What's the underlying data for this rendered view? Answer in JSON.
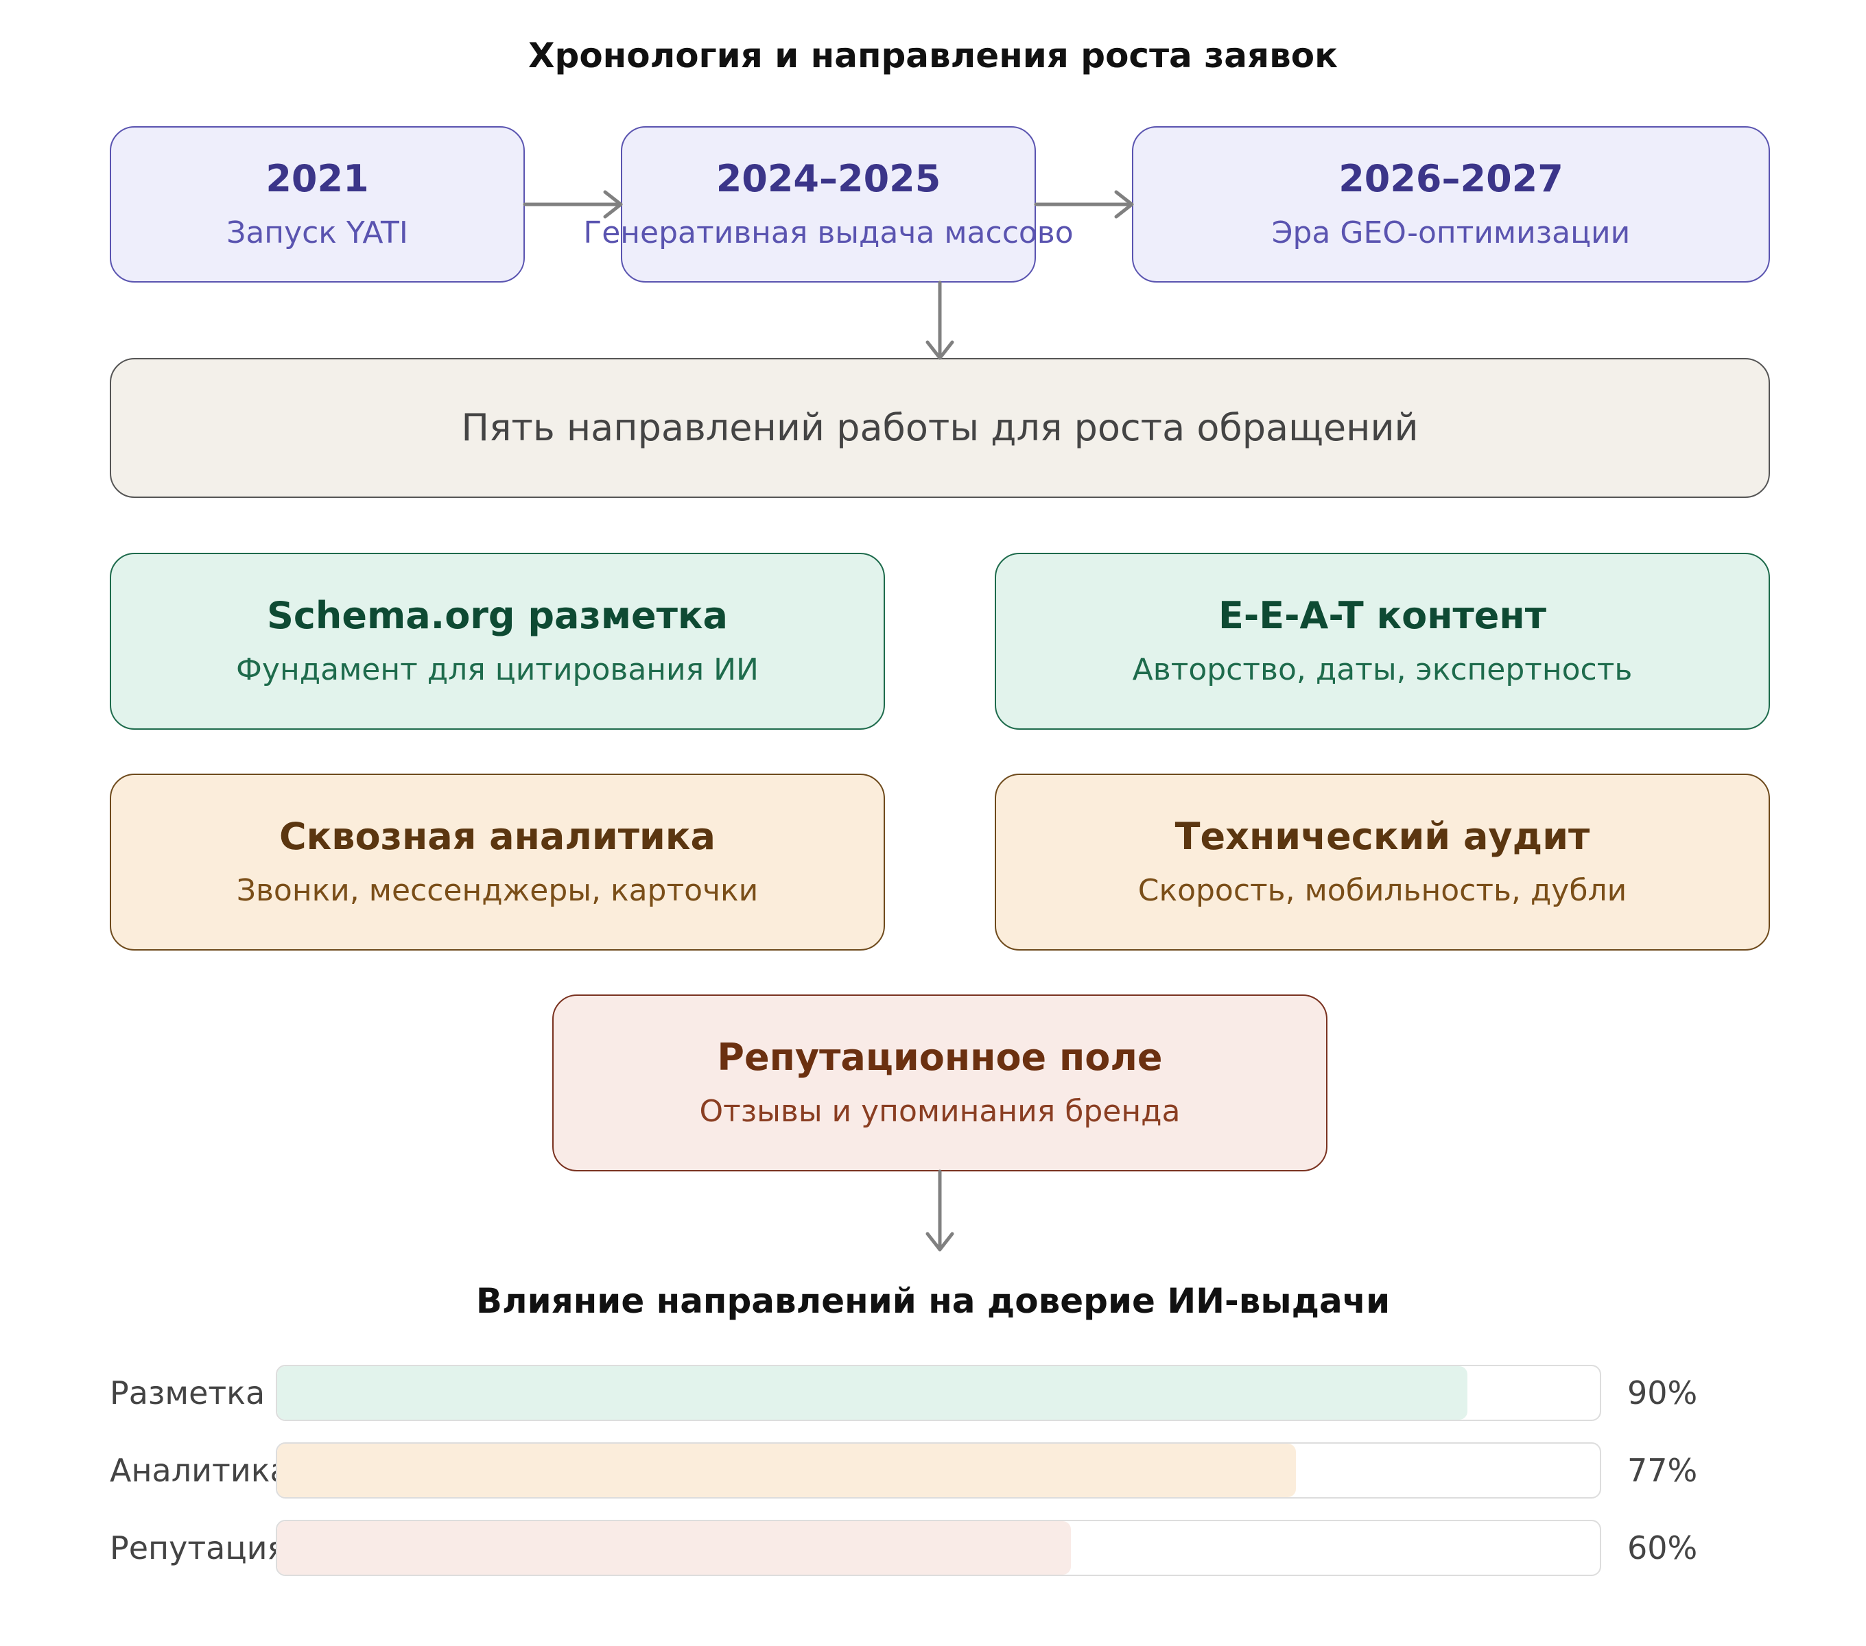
{
  "title": "Хронология и направления роста заявок",
  "timeline": [
    {
      "year": "2021",
      "label": "Запуск YATI"
    },
    {
      "year": "2024–2025",
      "label": "Генеративная выдача массово"
    },
    {
      "year": "2026–2027",
      "label": "Эра GEO-оптимизации"
    }
  ],
  "summary": "Пять направлений работы для роста обращений",
  "directions": [
    {
      "title": "Schema.org разметка",
      "subtitle": "Фундамент для цитирования ИИ"
    },
    {
      "title": "E-E-A-T контент",
      "subtitle": "Авторство, даты, экспертность"
    },
    {
      "title": "Сквозная аналитика",
      "subtitle": "Звонки, мессенджеры, карточки"
    },
    {
      "title": "Технический аудит",
      "subtitle": "Скорость, мобильность, дубли"
    },
    {
      "title": "Репутационное поле",
      "subtitle": "Отзывы и упоминания бренда"
    }
  ],
  "colors": {
    "purple": "#eeeefb",
    "green": "#e2f3ec",
    "orange": "#fbeddb",
    "red": "#f9ebe7",
    "beige": "#f3f0ea",
    "arrow": "#808080"
  },
  "impact": {
    "title": "Влияние направлений на доверие ИИ-выдачи",
    "bars": [
      {
        "label": "Разметка",
        "value": 90,
        "display": "90%",
        "color": "#e2f3ec"
      },
      {
        "label": "Аналитика",
        "value": 77,
        "display": "77%",
        "color": "#fbeddb"
      },
      {
        "label": "Репутация",
        "value": 60,
        "display": "60%",
        "color": "#f9ebe7"
      }
    ]
  }
}
